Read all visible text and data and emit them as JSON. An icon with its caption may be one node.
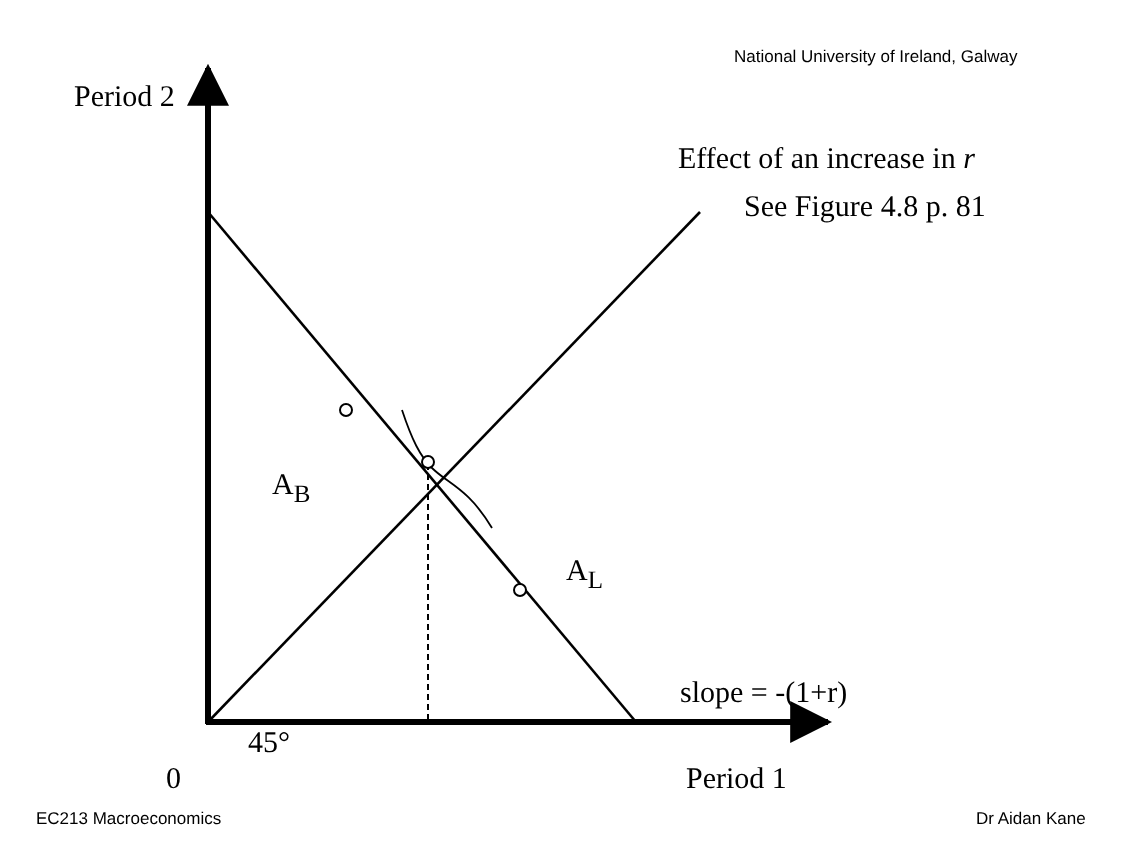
{
  "diagram": {
    "labels": [
      "National University of Ireland, Galway",
      "Period 2",
      "Effect of an increase in *r*",
      "See Figure 4.8 p. 81",
      "A$_{B}$",
      "A$_{L}$",
      "slope = -(1+r)",
      "45°",
      "0",
      "Period 1",
      "EC213  Macroeconomics",
      "Dr Aidan Kane"
    ]
  }
}
